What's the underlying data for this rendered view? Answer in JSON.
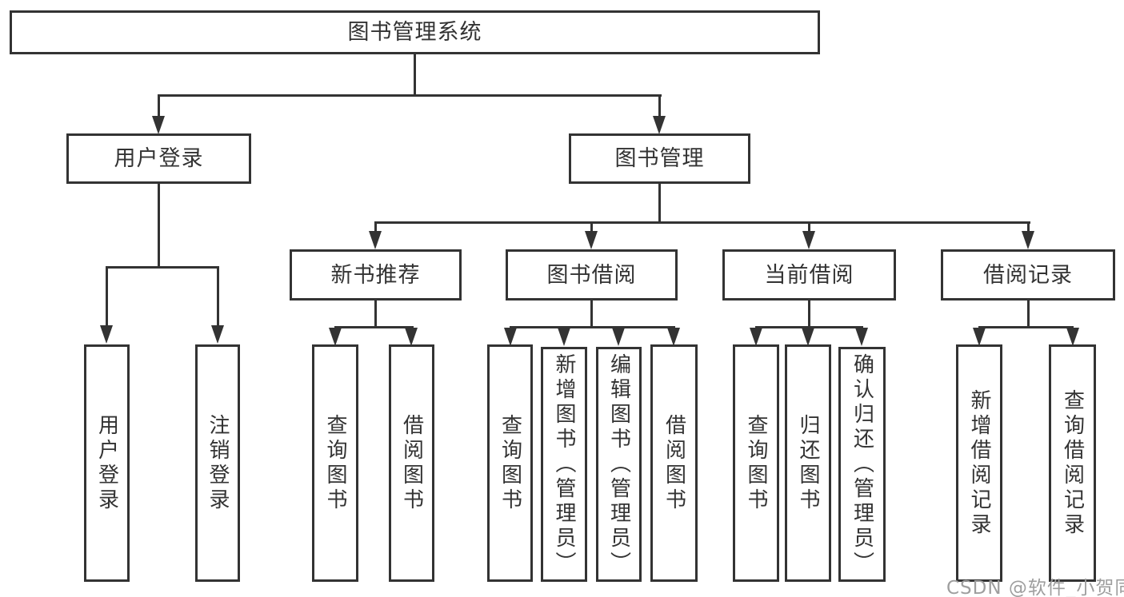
{
  "diagram": {
    "root": {
      "label": "图书管理系统"
    },
    "level2": [
      {
        "label": "用户登录"
      },
      {
        "label": "图书管理"
      }
    ],
    "level3": [
      {
        "label": "新书推荐"
      },
      {
        "label": "图书借阅"
      },
      {
        "label": "当前借阅"
      },
      {
        "label": "借阅记录"
      }
    ],
    "leaves": {
      "user_login": [
        {
          "label": "用户登录"
        },
        {
          "label": "注销登录"
        }
      ],
      "new_book": [
        {
          "label": "查询图书"
        },
        {
          "label": "借阅图书"
        }
      ],
      "book_borrow": [
        {
          "label": "查询图书"
        },
        {
          "label": "新增图书（管理员）"
        },
        {
          "label": "编辑图书（管理员）"
        },
        {
          "label": "借阅图书"
        }
      ],
      "current_borrow": [
        {
          "label": "查询图书"
        },
        {
          "label": "归还图书"
        },
        {
          "label": "确认归还（管理员）"
        }
      ],
      "borrow_record": [
        {
          "label": "新增借阅记录"
        },
        {
          "label": "查询借阅记录"
        }
      ]
    }
  },
  "watermark": {
    "text": "CSDN @软件_小贺同学"
  },
  "colors": {
    "line": "#333333",
    "text": "#333333",
    "watermark": "#9e9e9e",
    "background": "#ffffff"
  }
}
